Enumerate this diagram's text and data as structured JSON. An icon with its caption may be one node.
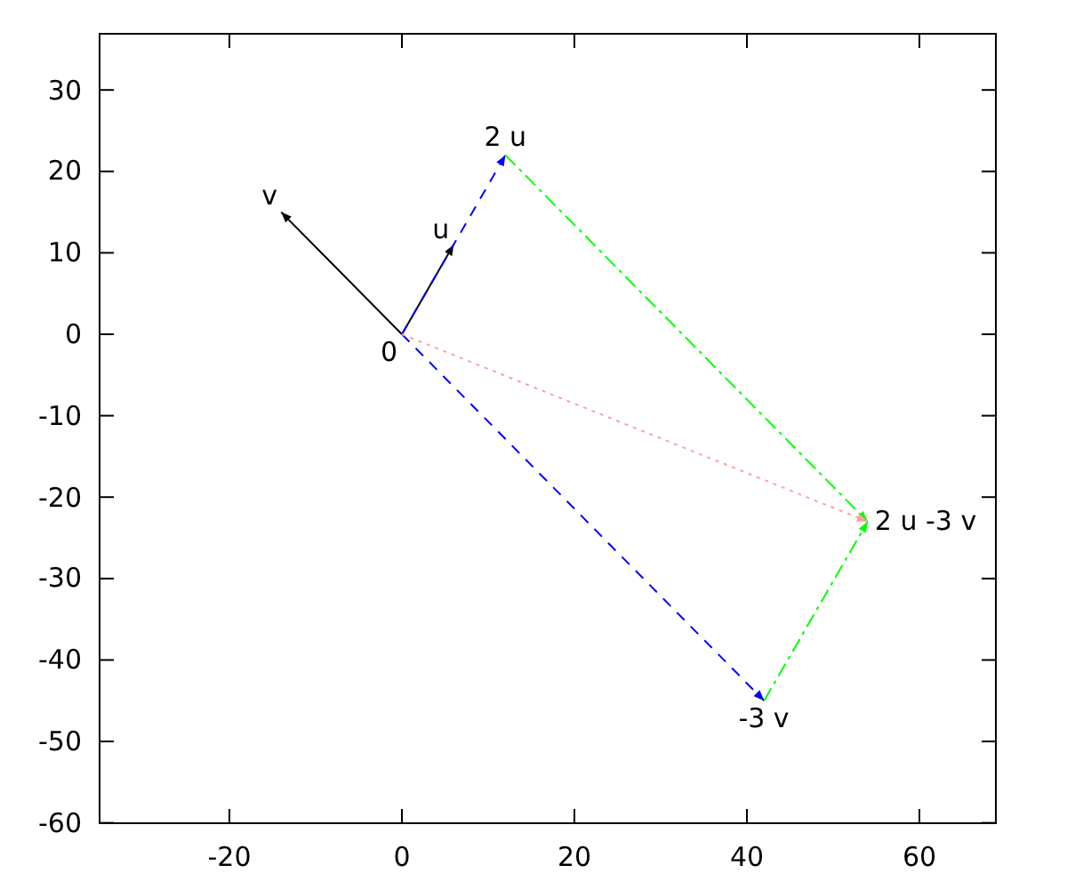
{
  "diagram": {
    "nodes": [
      {
        "text": [
          "0"
        ]
      },
      {
        "text": [
          "u"
        ]
      },
      {
        "text": [
          "v"
        ]
      },
      {
        "text": [
          "2 u"
        ]
      },
      {
        "text": [
          "-3 v"
        ]
      },
      {
        "text": [
          "2 u -3 v"
        ]
      }
    ],
    "edges": [
      {
        "from": 0,
        "to": 2,
        "arrow": "to"
      },
      {
        "from": 0,
        "to": 1,
        "arrow": "to"
      },
      {
        "from": 0,
        "to": 3,
        "arrow": "to",
        "style": "dashed",
        "color": "#0000ff"
      },
      {
        "from": 0,
        "to": 4,
        "arrow": "to",
        "style": "dashed",
        "color": "#0000ff"
      },
      {
        "from": 3,
        "to": 5,
        "arrow": "to",
        "style": "dashed",
        "color": "#00ff00"
      },
      {
        "from": 4,
        "to": 5,
        "arrow": "to",
        "style": "dashed",
        "color": "#00ff00"
      },
      {
        "from": 0,
        "to": 5,
        "arrow": "to",
        "style": "dashed",
        "color": "#ffa0a0"
      }
    ],
    "labels": [
      "30",
      "20",
      "10",
      "0",
      "-10",
      "-20",
      "-30",
      "-40",
      "-50",
      "-60",
      "-20",
      "0",
      "20",
      "40",
      "60"
    ]
  }
}
